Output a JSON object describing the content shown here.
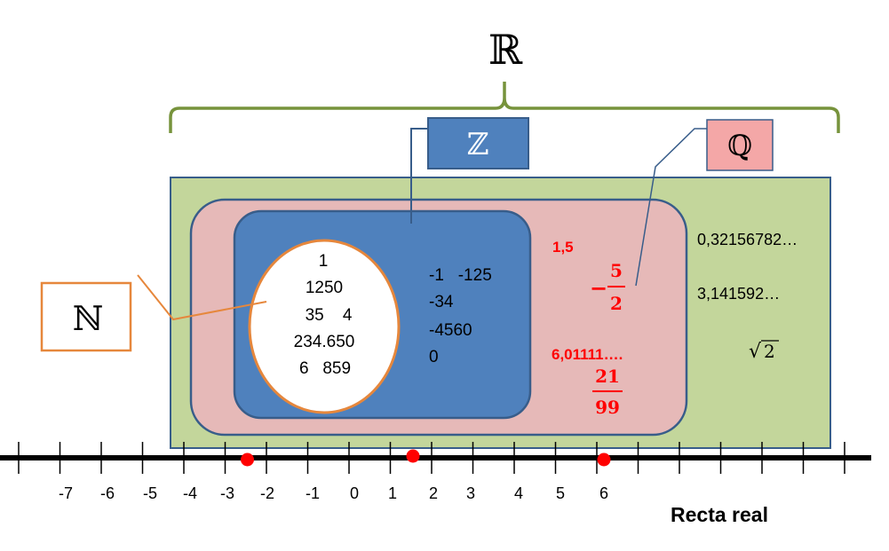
{
  "sets": {
    "reales_symbol": "ℝ",
    "enteros_symbol": "ℤ",
    "racionales_symbol": "ℚ",
    "naturales_symbol": "ℕ"
  },
  "naturales_items": [
    "1",
    "1250",
    "35    4",
    "234.650",
    "6   859"
  ],
  "enteros_items": [
    "-1   -125",
    "-34",
    "-4560",
    "0"
  ],
  "racionales": {
    "decimal1": "1,5",
    "frac1_sign": "−",
    "frac1_num": "5",
    "frac1_den": "2",
    "decimal2": "6,01111….",
    "frac2_num": "21",
    "frac2_den": "99"
  },
  "irracionales": {
    "item1": "0,32156782…",
    "item2": "3,141592…",
    "sqrt_radical": "√",
    "sqrt_value": "2"
  },
  "number_line": {
    "label": "Recta real",
    "tick_labels": [
      {
        "value": -7,
        "text": "-7"
      },
      {
        "value": -6,
        "text": "-6"
      },
      {
        "value": -5,
        "text": "-5"
      },
      {
        "value": -4,
        "text": "-4"
      },
      {
        "value": -3,
        "text": "-3"
      },
      {
        "value": -2,
        "text": "-2"
      },
      {
        "value": -1,
        "text": "-1"
      },
      {
        "value": 0,
        "text": "0"
      },
      {
        "value": 1,
        "text": "1"
      },
      {
        "value": 2,
        "text": "2"
      },
      {
        "value": 3,
        "text": "3"
      },
      {
        "value": 4,
        "text": "4"
      },
      {
        "value": 5,
        "text": "5"
      },
      {
        "value": 6,
        "text": "6"
      }
    ],
    "points": [
      -2.5,
      1.5,
      6.0111
    ]
  },
  "colors": {
    "reales_fill": "#c3d69b",
    "racionales_fill": "#e6b9b8",
    "enteros_fill": "#4f81bd",
    "naturales_stroke": "#e6873c",
    "brace": "#77933c",
    "rational_text": "#ff0000",
    "point": "#ff0000",
    "frame_stroke": "#385d8a"
  }
}
